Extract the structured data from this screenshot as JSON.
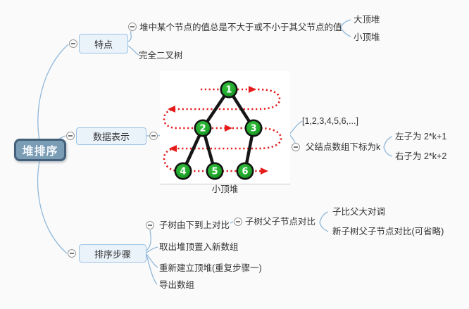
{
  "colors": {
    "background": "#fafafa",
    "root_fill": "#7b9cb5",
    "root_border": "#44607a",
    "topic_fill": "#eaf2fa",
    "topic_border": "#9dc3e6",
    "branch_line": "#8fb8da",
    "text": "#333333",
    "tree_node_green": "#1fa32a",
    "tree_edge_black": "#161616",
    "traversal_arrow_red": "#e51b1b"
  },
  "root": {
    "label": "堆排序"
  },
  "features": {
    "label": "特点",
    "rule": "堆中某个节点的值总是不大于或不小于其父节点的值",
    "max_heap": "大顶堆",
    "min_heap": "小顶堆",
    "complete_tree": "完全二叉树"
  },
  "representation": {
    "label": "数据表示",
    "array": "[1,2,3,4,5,6,...]",
    "parent_index": "父结点数组下标为k",
    "left_child": "左子为 2*k+1",
    "right_child": "右子为 2*k+2",
    "image": {
      "caption": "小顶堆",
      "nodes": [
        "1",
        "2",
        "3",
        "4",
        "5",
        "6"
      ]
    }
  },
  "steps": {
    "label": "排序步骤",
    "step1": "子树由下到上对比",
    "step1_detail": "子树父子节点对比",
    "swap_rule": "子比父大对调",
    "recompare": "新子树父子节点对比(可省略)",
    "step2": "取出堆顶置入新数组",
    "step3": "重新建立顶堆(重复步骤一)",
    "step4": "导出数组"
  }
}
